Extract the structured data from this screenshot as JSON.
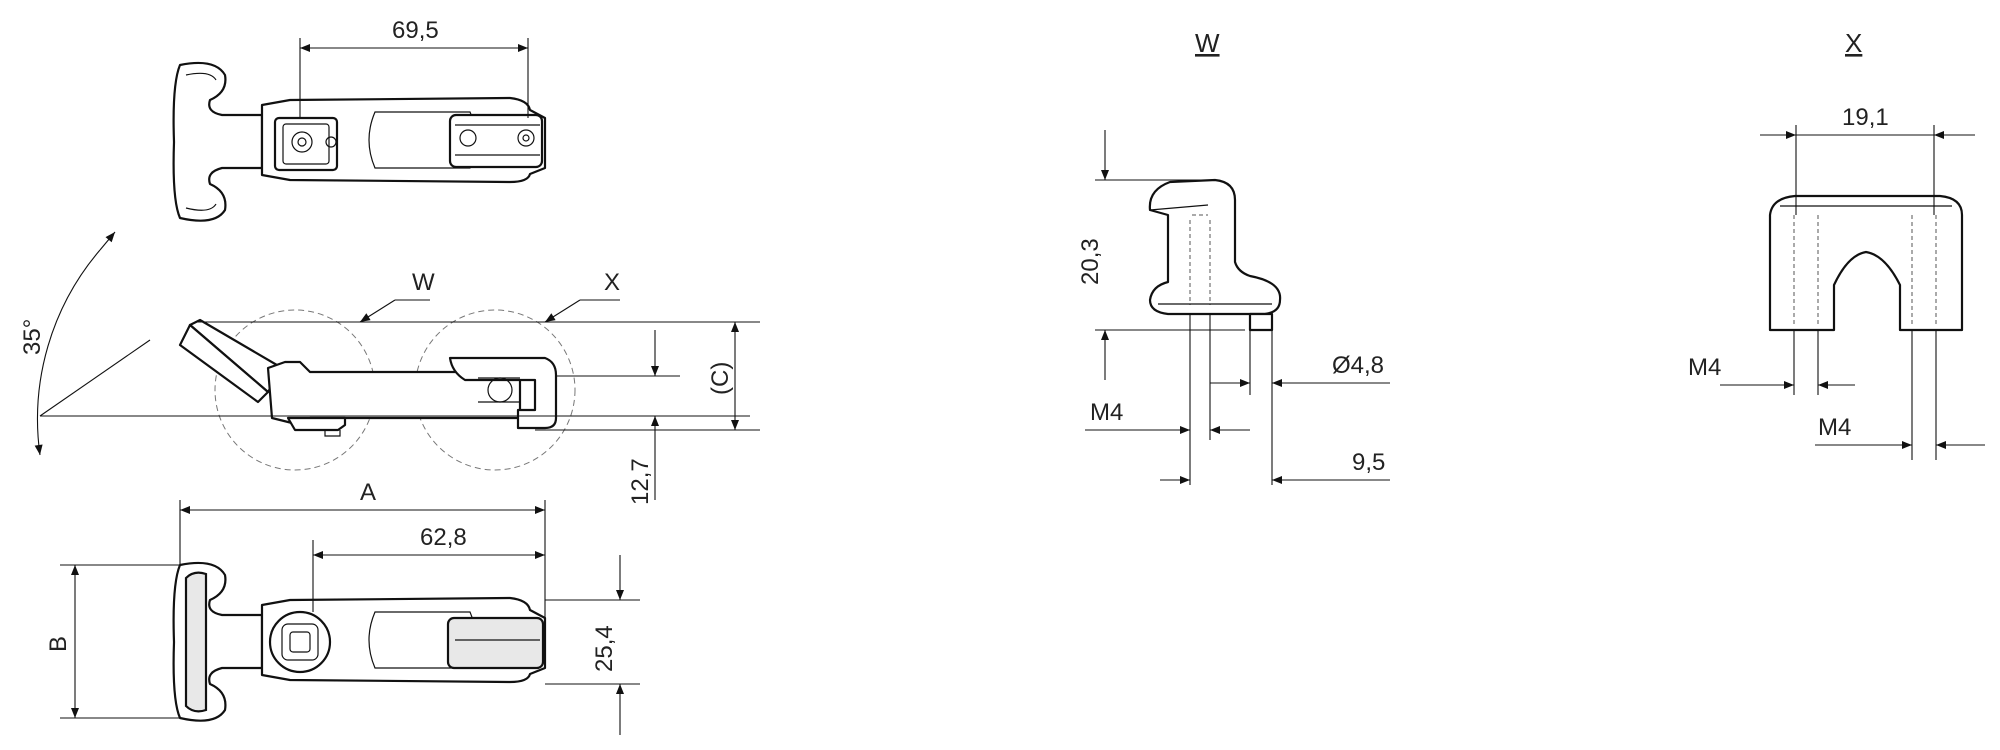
{
  "dimensions": {
    "top_width": "69,5",
    "angle": "35°",
    "detail_w": "W",
    "detail_x": "X",
    "height_c": "(C)",
    "height_offset": "12,7",
    "overall_a": "A",
    "pitch": "62,8",
    "width_b": "B",
    "width_strap": "25,4"
  },
  "view_w": {
    "title": "W",
    "height": "20,3",
    "diameter": "Ø4,8",
    "thread": "M4",
    "offset": "9,5"
  },
  "view_x": {
    "title": "X",
    "width": "19,1",
    "thread_left": "M4",
    "thread_right": "M4"
  }
}
